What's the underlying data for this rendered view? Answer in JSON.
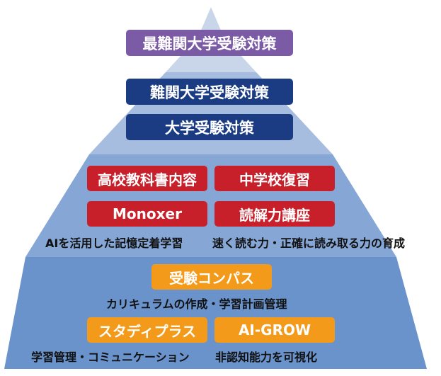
{
  "colors": {
    "tier_top": "#c9d6ea",
    "tier_upper": "#a6bde0",
    "tier_mid": "#86a7d6",
    "tier_base": "#6a93cc",
    "purple": "#7b5aa6",
    "navy": "#1b3c83",
    "red": "#c8202a",
    "orange": "#f39a1a"
  },
  "tiers": {
    "top": {
      "label": "最難関大学受験対策"
    },
    "upper": [
      {
        "label": "難関大学受験対策"
      },
      {
        "label": "大学受験対策"
      }
    ],
    "middle": {
      "boxes": [
        {
          "label": "高校教科書内容"
        },
        {
          "label": "中学校復習"
        },
        {
          "label": "Monoxer"
        },
        {
          "label": "読解力講座"
        }
      ],
      "captions": [
        "AIを活用した記憶定着学習",
        "速く読む力・正確に読み取る力の育成"
      ]
    },
    "base": {
      "compass": {
        "label": "受験コンパス",
        "caption": "カリキュラムの作成・学習計画管理"
      },
      "boxes": [
        {
          "label": "スタディプラス"
        },
        {
          "label": "AI-GROW"
        }
      ],
      "captions": [
        "学習管理・コミュニケーション",
        "非認知能力を可視化"
      ]
    }
  }
}
